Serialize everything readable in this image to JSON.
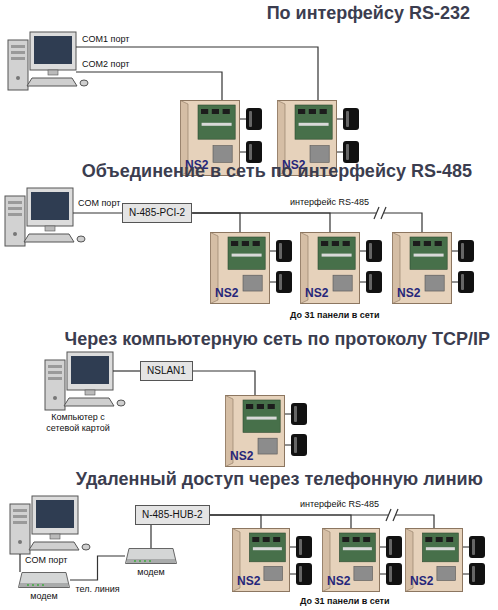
{
  "diagram": {
    "nodes": [
      {
        "text": [
          "NS2"
        ]
      },
      {
        "text": [
          "NS2"
        ]
      },
      {
        "text": [
          "N-485-PCI-2"
        ]
      },
      {
        "text": [
          "NS2"
        ]
      },
      {
        "text": [
          "NS2"
        ]
      },
      {
        "text": [
          "NS2"
        ]
      },
      {
        "text": [
          "NSLAN1"
        ]
      },
      {
        "text": [
          "NS2"
        ]
      },
      {
        "text": [
          "N-485-HUB-2"
        ]
      },
      {
        "text": [
          "модем"
        ]
      },
      {
        "text": [
          "модем"
        ]
      },
      {
        "text": [
          "NS2"
        ]
      },
      {
        "text": [
          "NS2"
        ]
      },
      {
        "text": [
          "NS2"
        ]
      }
    ],
    "edges": [
      {
        "from": 2,
        "to": 3,
        "arrow": "none"
      },
      {
        "from": 2,
        "to": 4,
        "arrow": "none"
      },
      {
        "from": 2,
        "to": 5,
        "arrow": "none"
      },
      {
        "from": 6,
        "to": 7,
        "arrow": "none"
      },
      {
        "from": 8,
        "to": 11,
        "arrow": "none"
      },
      {
        "from": 8,
        "to": 12,
        "arrow": "none"
      },
      {
        "from": 8,
        "to": 13,
        "arrow": "none"
      },
      {
        "from": 9,
        "to": 10,
        "label": "тел. линия",
        "arrow": "none"
      },
      {
        "from": 10,
        "to": 8,
        "arrow": "none"
      }
    ],
    "labels": [
      "По интерфейсу RS-232",
      "COM1 порт",
      "COM2 порт",
      "Объединение в сеть по интерфейсу RS-485",
      "COM порт",
      "интерфейс RS-485",
      "До 31 панели в сети",
      "Через компьютерную сеть по протоколу TCP/IP",
      "Компьютер с сетевой картой",
      "Удаленный доступ через телефонную линию",
      "COM порт",
      "интерфейс RS-485",
      "До 31 панели в сети"
    ]
  }
}
